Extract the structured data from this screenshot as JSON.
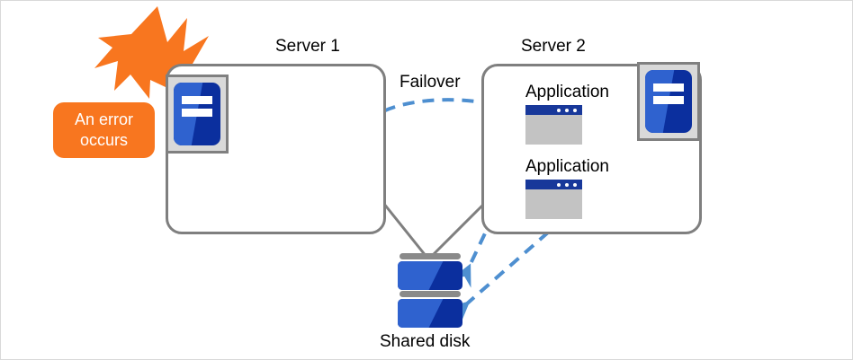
{
  "diagram": {
    "title_server1": "Server 1",
    "title_server2": "Server 2",
    "failover_label": "Failover",
    "shared_disk_label": "Shared disk",
    "application_label_1": "Application",
    "application_label_2": "Application",
    "error_line_1": "An error",
    "error_line_2": "occurs"
  },
  "colors": {
    "accent_orange": "#f8761f",
    "arrow_blue": "#4e8fd0",
    "box_gray": "#7f7f7f",
    "server_icon_blue": "#2f62cf",
    "server_icon_dark_blue": "#0b2f9e",
    "window_titlebar": "#18389a",
    "window_body": "#c3c3c3",
    "disk_cap_gray": "#8a8a8a",
    "frame_gray": "#d9d9d9"
  },
  "icons": {
    "burst": "error-burst-icon",
    "server_machine": "server-machine-icon",
    "application_window": "application-window-icon",
    "disk_unit": "disk-unit-icon"
  }
}
